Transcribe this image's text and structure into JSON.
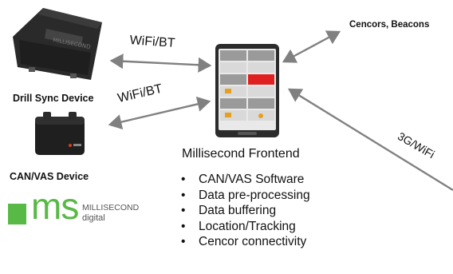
{
  "devices": {
    "drill_sync": {
      "label": "Drill Sync Device"
    },
    "can_vas": {
      "label": "CAN/VAS Device"
    }
  },
  "connections": {
    "drill_sync_link": "WiFi/BT",
    "can_vas_link": "WiFi/BT",
    "remote_link": "3G/WiFi"
  },
  "sensors": {
    "label": "Cencors, Beacons"
  },
  "frontend": {
    "title": "Millisecond Frontend",
    "features": [
      "CAN/VAS Software",
      "Data pre-processing",
      "Data buffering",
      "Location/Tracking",
      "Cencor connectivity"
    ]
  },
  "logo": {
    "mark": "ms",
    "brand": "MILLISECOND",
    "tagline": "digital",
    "colors": {
      "green": "#58b947",
      "gray": "#6d6e71"
    }
  }
}
